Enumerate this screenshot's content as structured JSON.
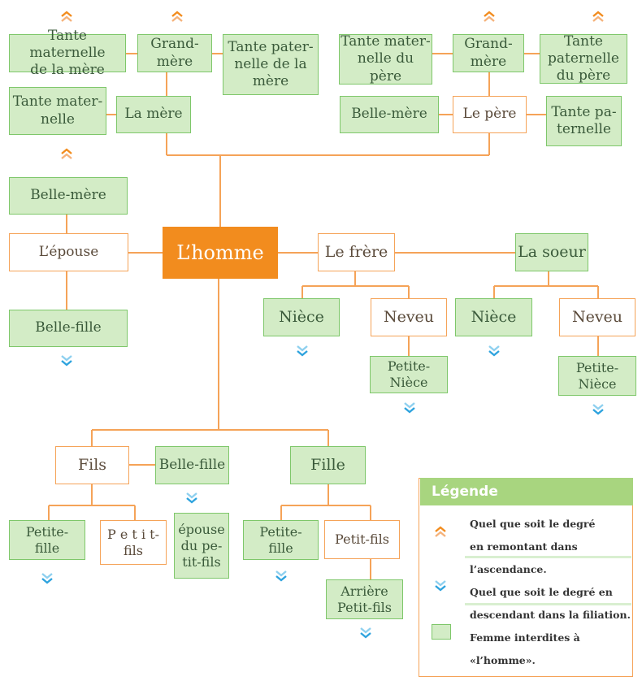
{
  "colors": {
    "accent": "#f28c1e",
    "green_fill": "#d3ecc6",
    "green_border": "#7ec76a",
    "orange_border": "#f5a358",
    "legend_header": "#a8d57f",
    "down_arrow": "#2ea3de",
    "up_arrow": "#f28c1e"
  },
  "nodes": {
    "center": "L’homme",
    "tante_mat_mere": "Tante maternelle\nde la mère",
    "grand_mere_mat": "Grand-\nmère",
    "tante_pat_mere": "Tante pater-\nnelle de la\nmère",
    "tante_maternelle": "Tante mater-\nnelle",
    "la_mere": "La mère",
    "tante_mat_pere": "Tante mater-\nnelle du père",
    "grand_mere_pat": "Grand-\nmère",
    "tante_pat_pere": "Tante\npaternelle\ndu père",
    "belle_mere_pere": "Belle-mère",
    "le_pere": "Le père",
    "tante_paternelle": "Tante pa-\nternelle",
    "belle_mere": "Belle-mère",
    "epouse": "L’épouse",
    "belle_fille_ep": "Belle-fille",
    "frere": "Le frère",
    "soeur": "La soeur",
    "niece1": "Nièce",
    "neveu1": "Neveu",
    "petite_niece1": "Petite-\nNièce",
    "niece2": "Nièce",
    "neveu2": "Neveu",
    "petite_niece2": "Petite-\nNièce",
    "fils": "Fils",
    "belle_fille_fils": "Belle-fille",
    "fille": "Fille",
    "petite_fille1": "Petite-\nfille",
    "petit_fils1": "P e t i t-\nfils",
    "epouse_petit_fils": "épouse\ndu pe-\ntit-fils",
    "petite_fille2": "Petite-\nfille",
    "petit_fils2": "Petit-fils",
    "arriere_petit_fils": "Arrière\nPetit-fils"
  },
  "legend": {
    "title": "Légende",
    "up_line1": "Quel que soit le degré",
    "up_line2": "en remontant  dans",
    "up_line3": "l’ascendance.",
    "down_line1": "Quel que soit le degré en",
    "down_line2": "descendant dans la filiation.",
    "green_line1": "Femme interdites à",
    "green_line2": "«l’homme».",
    "up_icon": "double-chevron-up-icon",
    "down_icon": "double-chevron-down-icon",
    "green_icon": "green-square-icon"
  }
}
